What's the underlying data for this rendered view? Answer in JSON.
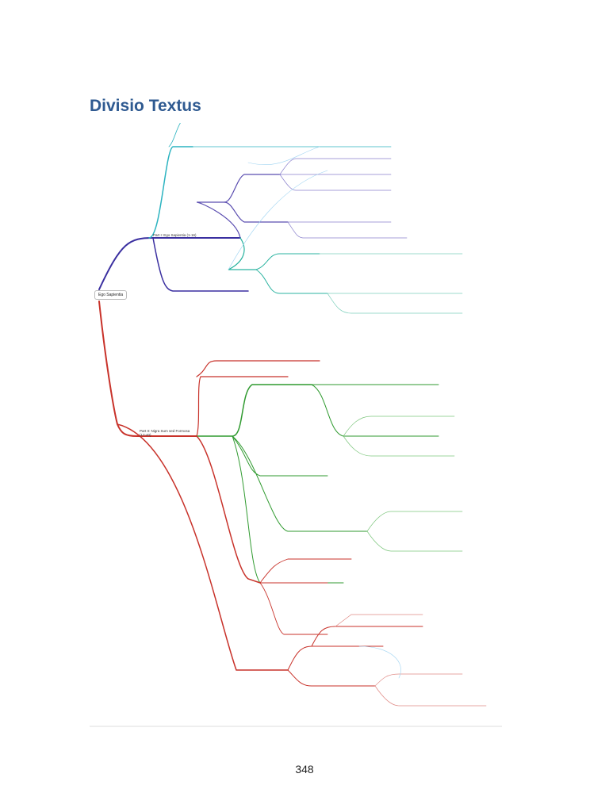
{
  "page": {
    "title": "Divisio Textus",
    "page_number": "348"
  },
  "mindmap": {
    "root": "Ego Sapientia",
    "branches": [
      {
        "label": "Part I: Ego Sapientia (1-16)",
        "color": "#3a2fa0"
      },
      {
        "label": "Part II: Nigra Sum sed Formosa (17-40)",
        "color": "#c8322a"
      }
    ],
    "colors": {
      "teal": "#2bb3c0",
      "purple": "#5a4db0",
      "green": "#2f9a2f",
      "red": "#c8322a",
      "link": "#9fd4f2"
    }
  }
}
